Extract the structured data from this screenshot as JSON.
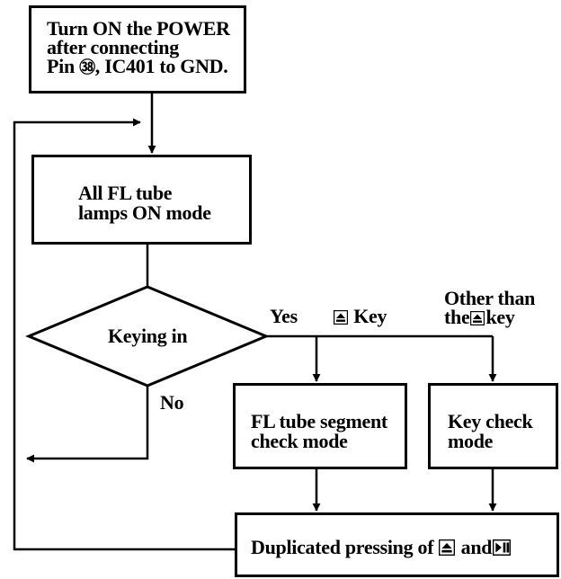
{
  "start_box": {
    "line1": "Turn ON the POWER",
    "line2": "after connecting",
    "line3_prefix": "Pin ",
    "pin_symbol": "㊳",
    "line3_suffix": ", IC401 to GND."
  },
  "lamps_box": {
    "line1": "All FL tube",
    "line2": "lamps ON mode"
  },
  "decision": {
    "label": "Keying in",
    "yes_label": "Yes",
    "no_label": "No",
    "eject_key_label": "Key",
    "other_label_line1": "Other than",
    "other_label_line2_prefix": "the",
    "other_label_line2_suffix": "key"
  },
  "segment_box": {
    "line1": "FL tube segment",
    "line2": "check mode"
  },
  "key_check_box": {
    "line1": "Key check",
    "line2": "mode"
  },
  "bottom_box": {
    "text_prefix": "Duplicated pressing of ",
    "text_mid": " and"
  },
  "icons": {
    "eject": "eject-key-icon",
    "play_pause": "play-pause-key-icon"
  },
  "colors": {
    "line": "#000000",
    "background": "#ffffff"
  }
}
